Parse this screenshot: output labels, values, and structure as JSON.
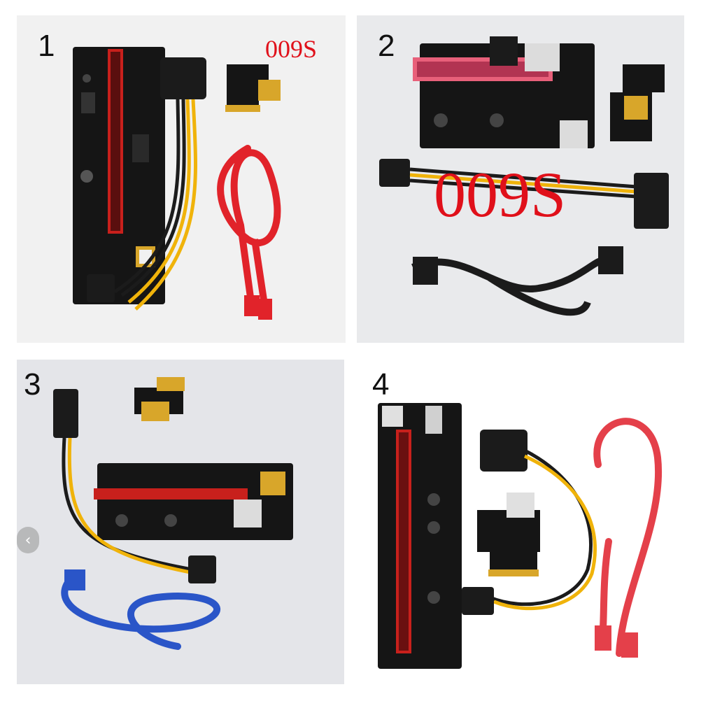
{
  "panels": [
    {
      "number": "1",
      "overlay": "009S"
    },
    {
      "number": "2",
      "overlay": "009S"
    },
    {
      "number": "3"
    },
    {
      "number": "4"
    }
  ],
  "nav": {
    "prev_icon": "‹"
  },
  "colors": {
    "pcb": "#141414",
    "slot_red": "#c8201c",
    "slot_pink": "#e8607a",
    "cable_red": "#e1232a",
    "cable_blue": "#2a55c8",
    "cable_black": "#1b1b1b",
    "wire_yellow": "#f0b30a",
    "gold": "#d8a62a",
    "overlay_red": "#e0101a"
  }
}
